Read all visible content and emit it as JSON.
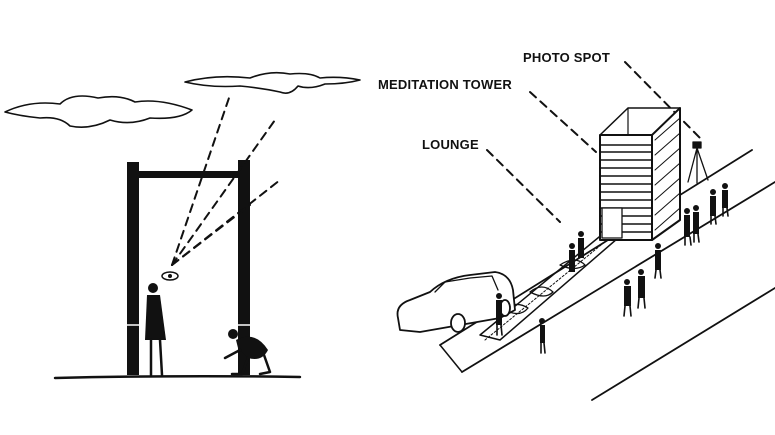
{
  "labels": {
    "photo_spot": "PHOTO SPOT",
    "meditation_tower": "MEDITATION TOWER",
    "lounge": "LOUNGE"
  },
  "colors": {
    "ink": "#111111",
    "paper": "#ffffff"
  }
}
